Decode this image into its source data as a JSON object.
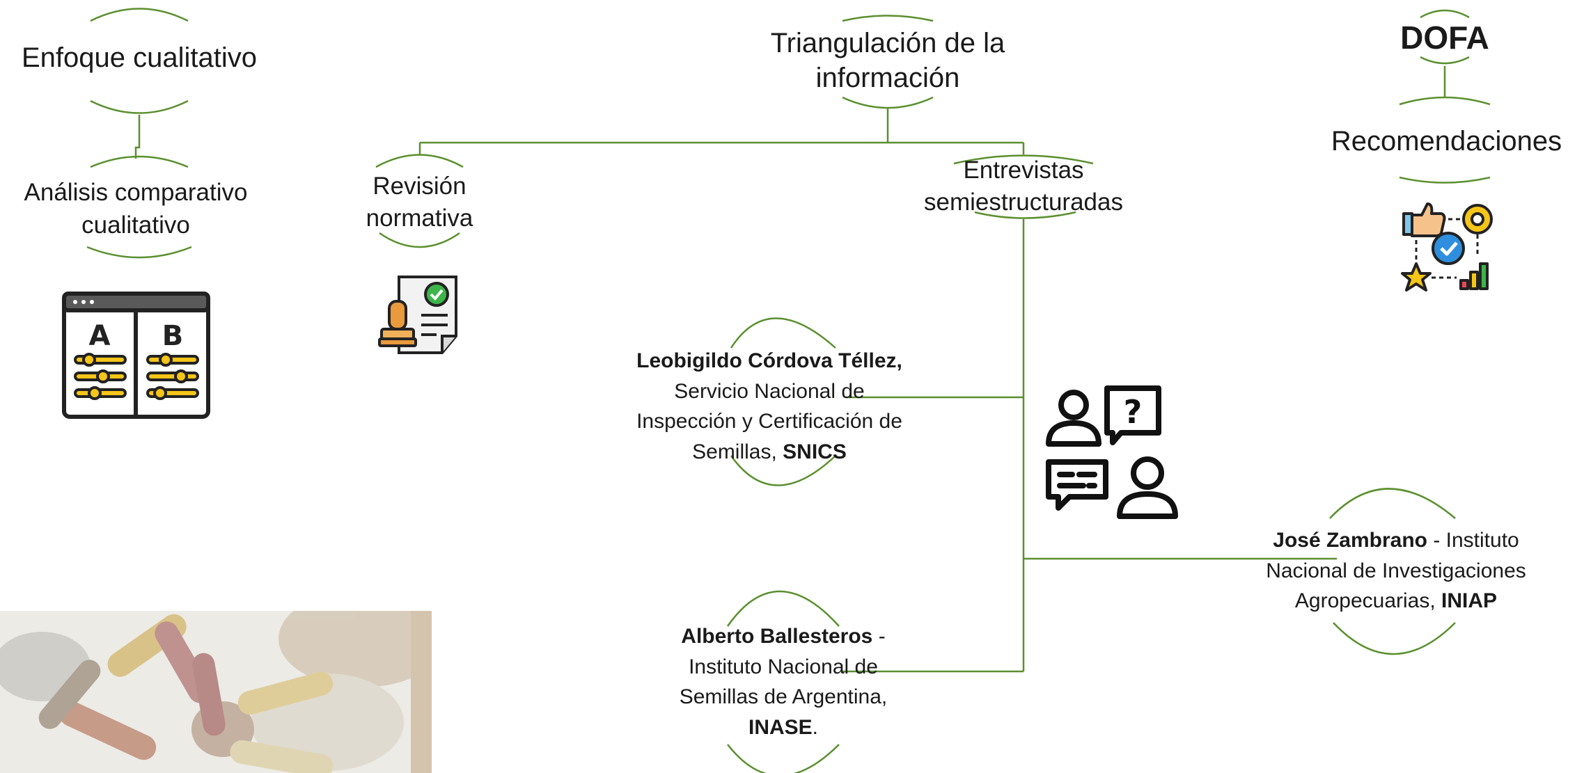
{
  "nodes": {
    "enfoque": {
      "label": "Enfoque cualitativo"
    },
    "analisis": {
      "label": "Análisis comparativo cualitativo"
    },
    "triangulacion": {
      "line1": "Triangulación de la",
      "line2": "información"
    },
    "revision": {
      "line1": "Revisión",
      "line2": "normativa"
    },
    "entrevistas": {
      "line1": "Entrevistas",
      "line2": "semiestructuradas"
    },
    "dofa": {
      "label": "DOFA"
    },
    "recomendaciones": {
      "label": "Recomendaciones"
    }
  },
  "interviewees": {
    "leobigildo": {
      "name": "Leobigildo Córdova Téllez,",
      "line2": "Servicio Nacional de",
      "line3": "Inspección y Certificación de",
      "line4_prefix": "Semillas, ",
      "acronym": "SNICS"
    },
    "jose": {
      "name": "José Zambrano",
      "rest1": " - Instituto",
      "line2": "Nacional de Investigaciones",
      "line3_prefix": "Agropecuarias, ",
      "acronym": "INIAP"
    },
    "alberto": {
      "name": "Alberto Ballesteros",
      "rest1": " -",
      "line2": "Instituto Nacional de",
      "line3": "Semillas de Argentina,",
      "acronym": "INASE",
      "suffix": "."
    }
  },
  "icons": {
    "comparison": "ab-comparison-window-icon",
    "document": "approved-document-stamp-icon",
    "interview": "interview-chat-icon",
    "recommendations": "recommendation-feedback-icon"
  },
  "colors": {
    "connector": "#5a8f2e",
    "arc": "#5a8f2e",
    "text": "#1a1a1a"
  }
}
